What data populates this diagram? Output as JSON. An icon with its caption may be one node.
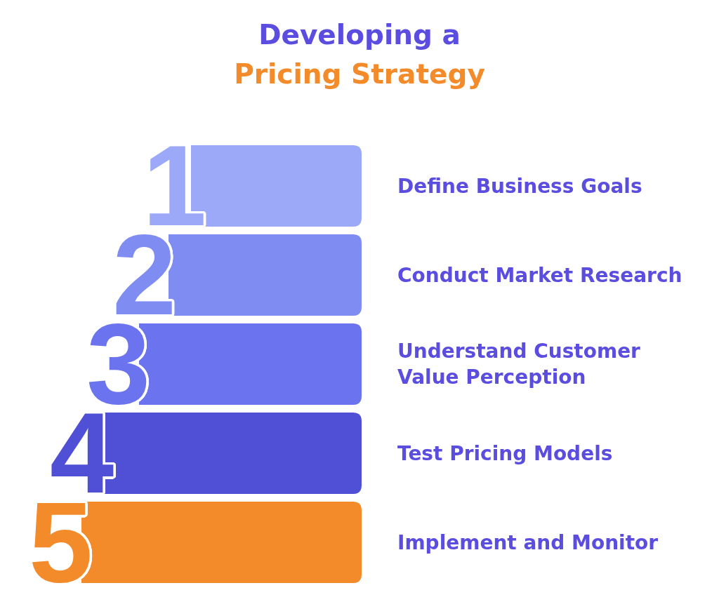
{
  "diagram": {
    "title": "Developing a Pricing Strategy",
    "nodes": [
      {
        "text": [
          "1"
        ],
        "beside": [
          "Define Business Goals"
        ]
      },
      {
        "text": [
          "2"
        ],
        "beside": [
          "Conduct Market Research"
        ]
      },
      {
        "text": [
          "3"
        ],
        "beside": [
          "Understand Customer Value Perception"
        ]
      },
      {
        "text": [
          "4"
        ],
        "beside": [
          "Test Pricing Models"
        ]
      },
      {
        "text": [
          "5"
        ],
        "beside": [
          "Implement and Monitor"
        ]
      }
    ]
  }
}
